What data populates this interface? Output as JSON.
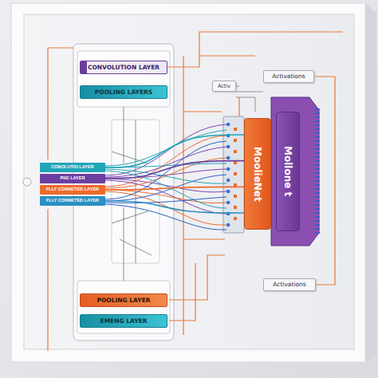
{
  "diagram": {
    "nodes": [
      {
        "text": [
          "CONVOLUTION LAYER"
        ]
      },
      {
        "text": [
          "POOLING LAYERS"
        ]
      },
      {
        "text": [
          "Activations"
        ]
      },
      {
        "text": [
          "Activ"
        ]
      },
      {
        "text": [
          "CONOLUTIO LAYER"
        ]
      },
      {
        "text": [
          "PIIG LAYER"
        ]
      },
      {
        "text": [
          "FLLY CONNETED LAYER"
        ]
      },
      {
        "text": [
          "FLLY CONNETED LAYER"
        ]
      },
      {
        "text": [
          "MoolieNet"
        ]
      },
      {
        "text": [
          "Mollone t"
        ]
      },
      {
        "text": [
          "POOLING LAYER"
        ]
      },
      {
        "text": [
          "EMENG LAYER"
        ]
      },
      {
        "text": [
          "Activations"
        ]
      }
    ],
    "edges": [
      {
        "from": 4,
        "to": 8,
        "arrow": "none"
      },
      {
        "from": 5,
        "to": 8,
        "arrow": "none"
      },
      {
        "from": 6,
        "to": 8,
        "arrow": "none"
      },
      {
        "from": 7,
        "to": 8,
        "arrow": "none"
      }
    ]
  }
}
